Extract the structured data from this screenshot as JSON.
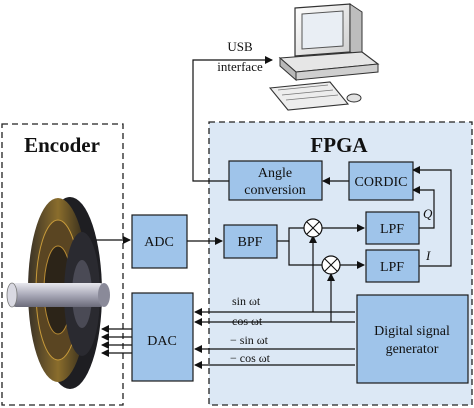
{
  "encoder": {
    "title": "Encoder"
  },
  "fpga": {
    "title": "FPGA"
  },
  "usb": {
    "line1": "USB",
    "line2": "interface"
  },
  "blocks": {
    "angle_line1": "Angle",
    "angle_line2": "conversion",
    "cordic": "CORDIC",
    "adc": "ADC",
    "bpf": "BPF",
    "lpf_q": "LPF",
    "lpf_i": "LPF",
    "dac": "DAC",
    "dsg_line1": "Digital signal",
    "dsg_line2": "generator"
  },
  "signals": {
    "q": "Q",
    "i": "I",
    "sin": "sin ωt",
    "cos": "cos ωt",
    "neg_sin": "− sin ωt",
    "neg_cos": "− cos ωt"
  },
  "colors": {
    "fpga_bg": "#dce8f5",
    "block_fill": "#9fc4ea"
  },
  "icons": [
    "computer-icon",
    "encoder-disk-icon",
    "multiplier-icon"
  ]
}
